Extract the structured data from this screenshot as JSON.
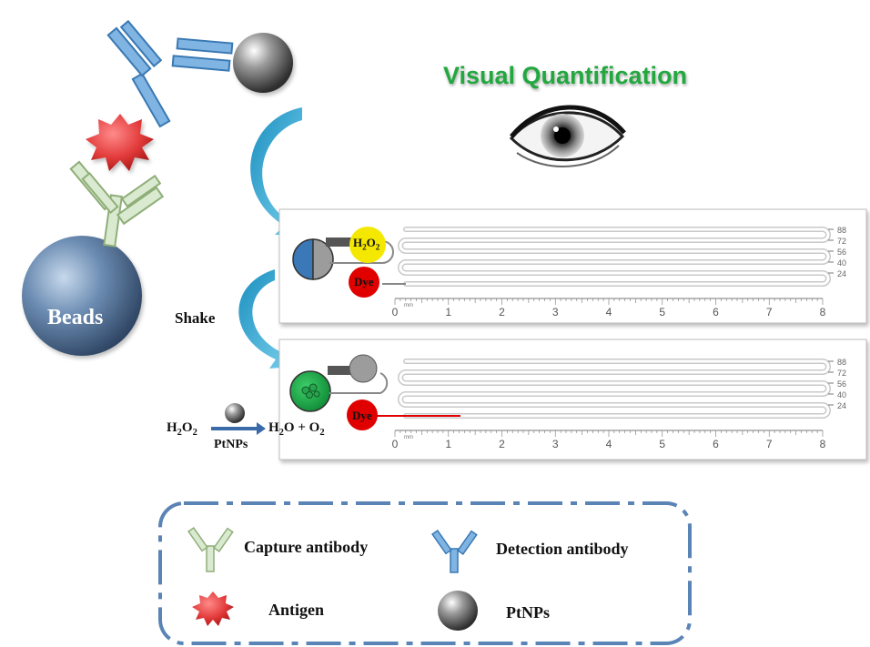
{
  "title": "Visual Quantification",
  "beads_label": "Beads",
  "shake_label": "Shake",
  "reaction": {
    "reactant": "H2O2",
    "catalyst": "PtNPs",
    "products": "H2O + O2"
  },
  "panel_top": {
    "bubble_h2o2": "H2O2",
    "bubble_dye": "Dye",
    "channel_marks": [
      "88",
      "72",
      "56",
      "40",
      "24"
    ],
    "ruler_unit": "mm",
    "ruler_ticks": [
      "0",
      "1",
      "2",
      "3",
      "4",
      "5",
      "6",
      "7",
      "8"
    ],
    "dye_progress": 0
  },
  "panel_bottom": {
    "bubble_dye": "Dye",
    "channel_marks": [
      "88",
      "72",
      "56",
      "40",
      "24"
    ],
    "ruler_unit": "mm",
    "ruler_ticks": [
      "0",
      "1",
      "2",
      "3",
      "4",
      "5",
      "6",
      "7",
      "8"
    ],
    "dye_progress": 0.2
  },
  "legend": {
    "capture_antibody": "Capture antibody",
    "detection_antibody": "Detection antibody",
    "antigen": "Antigen",
    "ptnps": "PtNPs"
  },
  "colors": {
    "title_green": "#22a83f",
    "capture_antibody": "#c9dfb6",
    "detection_antibody": "#6aa9dd",
    "antigen": "#e23a3a",
    "bead_blue": "#5a7fa6",
    "arrow_cyan": "#3aa6cf",
    "dye_red": "#e00000",
    "h2o2_yellow": "#f5e800",
    "legend_border": "#5b84b6"
  }
}
